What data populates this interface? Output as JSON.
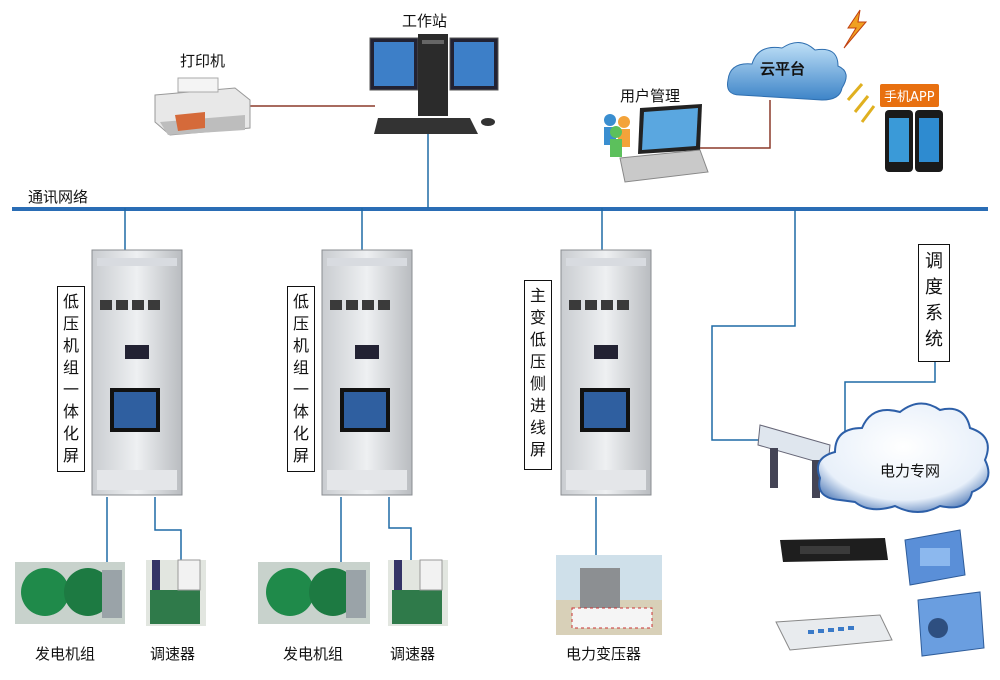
{
  "top": {
    "workstation": "工作站",
    "printer": "打印机",
    "user_mgmt": "用户管理",
    "cloud": "云平台",
    "app": "手机APP"
  },
  "network": "通讯网络",
  "cabinets": [
    {
      "label": [
        "低",
        "压",
        "机",
        "组",
        "一",
        "体",
        "化",
        "屏"
      ]
    },
    {
      "label": [
        "低",
        "压",
        "机",
        "组",
        "一",
        "体",
        "化",
        "屏"
      ]
    },
    {
      "label": [
        "主",
        "变",
        "低",
        "压",
        "侧",
        "进",
        "线",
        "屏"
      ]
    }
  ],
  "bottom": {
    "generator_1": "发电机组",
    "governor_1": "调速器",
    "generator_2": "发电机组",
    "governor_2": "调速器",
    "transformer": "电力变压器"
  },
  "dispatch": [
    "调",
    "度",
    "系",
    "统"
  ],
  "power_net": "电力专网",
  "colors": {
    "line": "#1f6aa5",
    "bus": "#2a6db5",
    "cloud_top": "#4a90d9",
    "app": "#e87010"
  }
}
